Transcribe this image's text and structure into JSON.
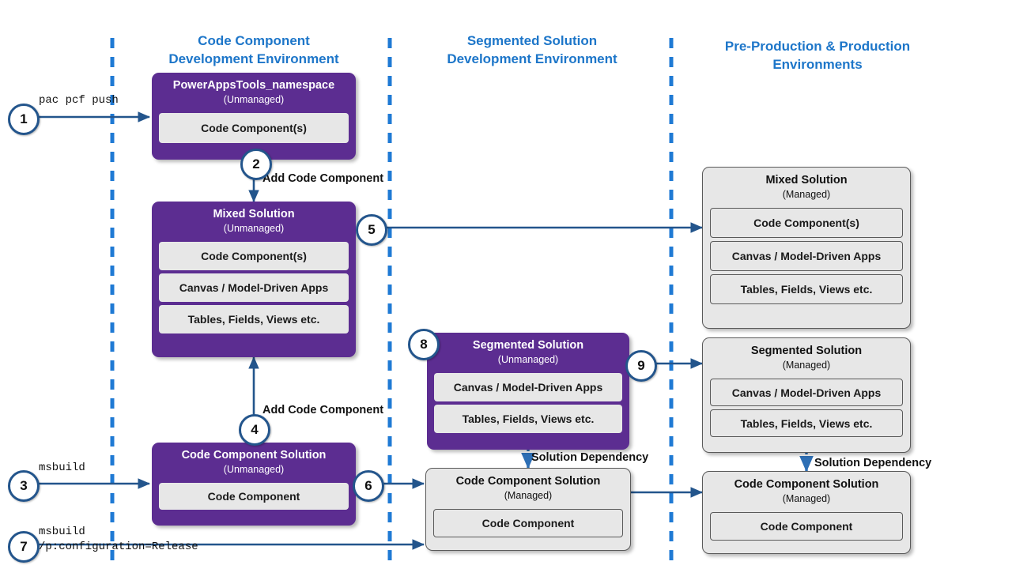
{
  "diagram": {
    "title": "Power Apps code component ALM flow",
    "colors": {
      "lane_title": "#1D76C9",
      "divider": "#1F7AD4",
      "unmanaged_fill": "#5C2D91",
      "managed_fill": "#E7E7E7",
      "managed_stroke": "#5A5A5A",
      "arrow": "#23558C",
      "circle_stroke": "#23558C"
    }
  },
  "lanes": [
    {
      "id": "lane-code-component-dev",
      "title": "Code Component\nDevelopment Environment"
    },
    {
      "id": "lane-segmented-solution-dev",
      "title": "Segmented Solution\nDevelopment Environment"
    },
    {
      "id": "lane-preprod-prod",
      "title": "Pre-Production & Production\nEnvironments"
    }
  ],
  "nodes": {
    "powerappstools": {
      "title": "PowerAppsTools_namespace",
      "state": "(Unmanaged)",
      "items": [
        "Code Component(s)"
      ]
    },
    "mixed_unmanaged": {
      "title": "Mixed Solution",
      "state": "(Unmanaged)",
      "items": [
        "Code Component(s)",
        "Canvas / Model-Driven Apps",
        "Tables, Fields, Views etc."
      ]
    },
    "mixed_managed": {
      "title": "Mixed Solution",
      "state": "(Managed)",
      "items": [
        "Code Component(s)",
        "Canvas / Model-Driven Apps",
        "Tables, Fields, Views etc."
      ]
    },
    "segmented_unmanaged": {
      "title": "Segmented Solution",
      "state": "(Unmanaged)",
      "items": [
        "Canvas / Model-Driven Apps",
        "Tables, Fields, Views etc."
      ]
    },
    "segmented_managed": {
      "title": "Segmented Solution",
      "state": "(Managed)",
      "items": [
        "Canvas / Model-Driven Apps",
        "Tables, Fields, Views etc."
      ]
    },
    "ccs_unmanaged": {
      "title": "Code Component Solution",
      "state": "(Unmanaged)",
      "items": [
        "Code Component"
      ]
    },
    "ccs_managed_mid": {
      "title": "Code Component Solution",
      "state": "(Managed)",
      "items": [
        "Code Component"
      ]
    },
    "ccs_managed_right": {
      "title": "Code Component Solution",
      "state": "(Managed)",
      "items": [
        "Code Component"
      ]
    }
  },
  "steps": [
    {
      "n": "1"
    },
    {
      "n": "2"
    },
    {
      "n": "3"
    },
    {
      "n": "4"
    },
    {
      "n": "5"
    },
    {
      "n": "6"
    },
    {
      "n": "7"
    },
    {
      "n": "8"
    },
    {
      "n": "9"
    }
  ],
  "commands": {
    "step1": "pac pcf push",
    "step3": "msbuild",
    "step7": "msbuild\n/p:configuration=Release"
  },
  "labels": {
    "add_code_component_top": "Add Code Component",
    "add_code_component_bottom": "Add Code Component",
    "solution_dependency_mid": "Solution Dependency",
    "solution_dependency_right": "Solution Dependency"
  }
}
